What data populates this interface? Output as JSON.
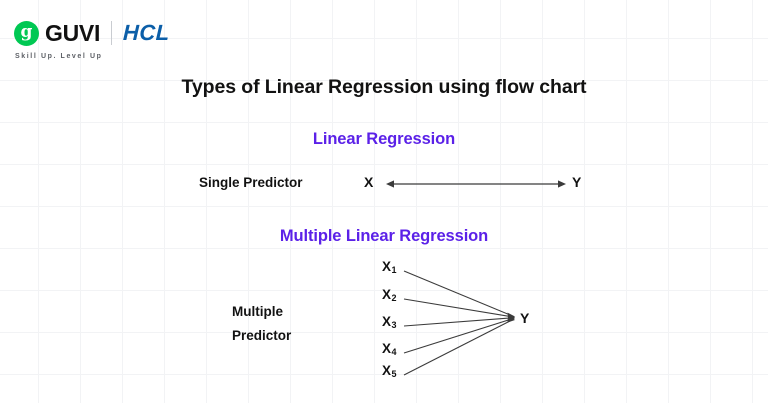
{
  "brand": {
    "guvi_mark_glyph": "g",
    "guvi_wordmark": "GUVI",
    "guvi_tagline": "Skill Up. Level Up",
    "partner_wordmark": "HCL",
    "guvi_green": "#00C853",
    "hcl_blue": "#0B5EA8"
  },
  "slide": {
    "title": "Types of Linear Regression using flow chart",
    "accent_color": "#5B21E8",
    "text_color": "#121212",
    "grid_color": "#f2f3f5",
    "background_color": "#ffffff"
  },
  "sections": [
    {
      "heading": "Linear Regression",
      "row_label": "Single Predictor",
      "predictor": "X",
      "response": "Y",
      "arrow": "double-headed"
    },
    {
      "heading": "Multiple Linear Regression",
      "row_label_line1": "Multiple",
      "row_label_line2": "Predictor",
      "predictors": [
        {
          "base": "X",
          "sub": "1"
        },
        {
          "base": "X",
          "sub": "2"
        },
        {
          "base": "X",
          "sub": "3"
        },
        {
          "base": "X",
          "sub": "4"
        },
        {
          "base": "X",
          "sub": "5"
        }
      ],
      "response": "Y",
      "arrow": "single-headed-converging"
    }
  ]
}
